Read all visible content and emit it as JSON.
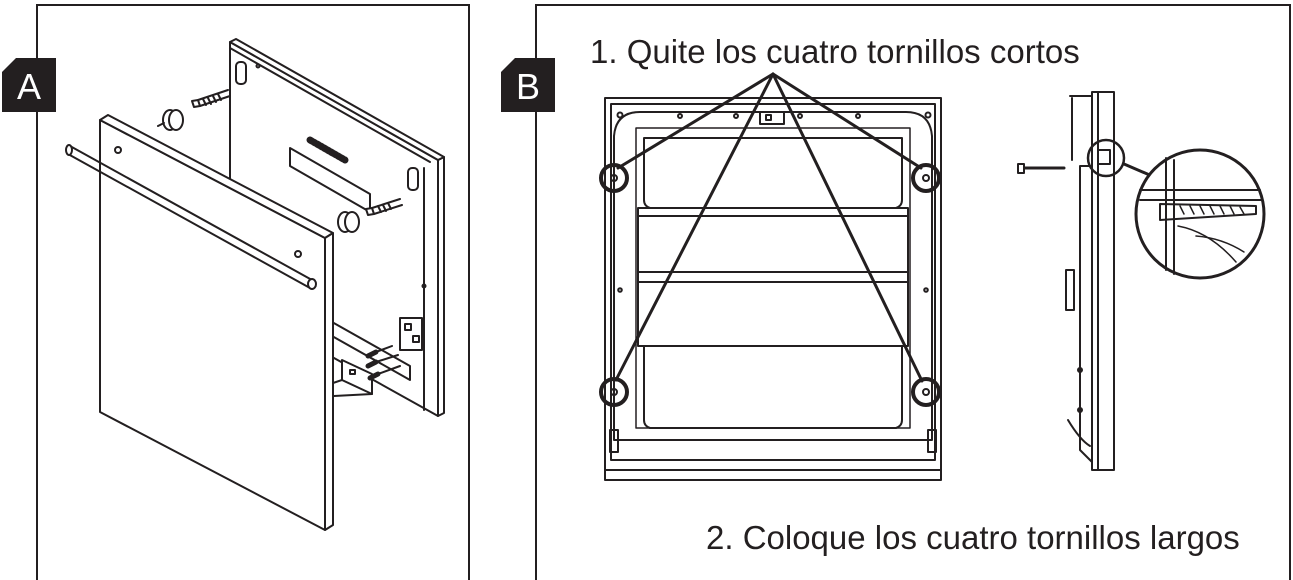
{
  "panels": [
    {
      "id": "A",
      "label": "A"
    },
    {
      "id": "B",
      "label": "B"
    }
  ],
  "instructions": {
    "step1": "1.  Quite los cuatro tornillos cortos",
    "step2": "2. Coloque los cuatro tornillos largos"
  },
  "colors": {
    "ink": "#231f20",
    "background": "#ffffff"
  }
}
